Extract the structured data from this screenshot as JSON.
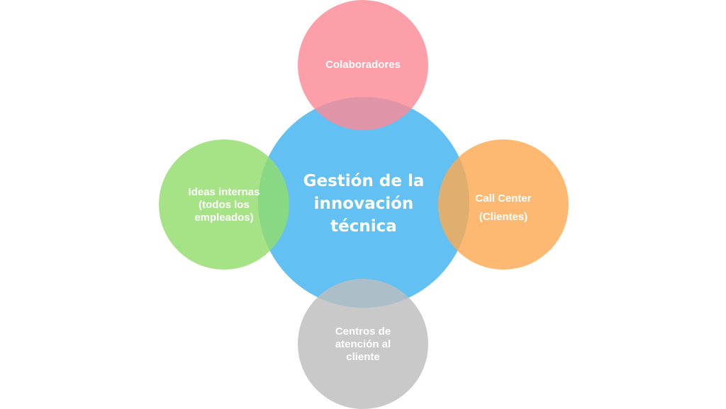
{
  "center": {
    "label_lines": [
      "Gestión de la",
      "innovación",
      "técnica"
    ],
    "color": "#62c0f2"
  },
  "nodes": [
    {
      "id": "top",
      "label_lines": [
        "Colaboradores"
      ],
      "color": "#fda1aa"
    },
    {
      "id": "left",
      "label_lines": [
        "Ideas internas",
        "(todos los",
        "empleados)"
      ],
      "color": "#a8e48a"
    },
    {
      "id": "right",
      "label_lines": [
        "Call Center",
        "(Clientes)"
      ],
      "color": "#fbbd75"
    },
    {
      "id": "bottom",
      "label_lines": [
        "Centros de",
        "atención al",
        "cliente"
      ],
      "color": "#cccccc"
    }
  ]
}
